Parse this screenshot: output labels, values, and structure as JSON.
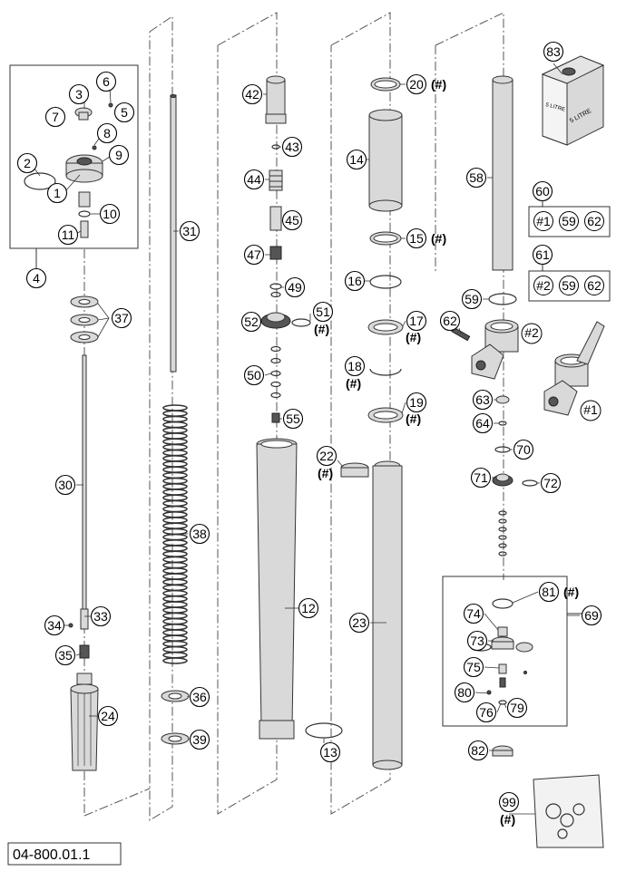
{
  "diagram": {
    "drawing_number": "04-800.01.1",
    "hash_note": "(#)",
    "can_text_front": "5 LITRE",
    "can_text_side": "5 LITRE",
    "kit_marks": [
      "#1",
      "#2"
    ],
    "callouts": [
      {
        "num": "1"
      },
      {
        "num": "2"
      },
      {
        "num": "3"
      },
      {
        "num": "4"
      },
      {
        "num": "5"
      },
      {
        "num": "6"
      },
      {
        "num": "7"
      },
      {
        "num": "8"
      },
      {
        "num": "9"
      },
      {
        "num": "10"
      },
      {
        "num": "11"
      },
      {
        "num": "12"
      },
      {
        "num": "13"
      },
      {
        "num": "14"
      },
      {
        "num": "15",
        "hash": true
      },
      {
        "num": "16"
      },
      {
        "num": "17",
        "hash": true
      },
      {
        "num": "18",
        "hash": true
      },
      {
        "num": "19",
        "hash": true
      },
      {
        "num": "20",
        "hash": true
      },
      {
        "num": "22",
        "hash": true
      },
      {
        "num": "23"
      },
      {
        "num": "24"
      },
      {
        "num": "30"
      },
      {
        "num": "31"
      },
      {
        "num": "33"
      },
      {
        "num": "34"
      },
      {
        "num": "35"
      },
      {
        "num": "36"
      },
      {
        "num": "37"
      },
      {
        "num": "38"
      },
      {
        "num": "39"
      },
      {
        "num": "42"
      },
      {
        "num": "43"
      },
      {
        "num": "44"
      },
      {
        "num": "45"
      },
      {
        "num": "47"
      },
      {
        "num": "49"
      },
      {
        "num": "50"
      },
      {
        "num": "51",
        "hash": true
      },
      {
        "num": "52"
      },
      {
        "num": "55"
      },
      {
        "num": "58"
      },
      {
        "num": "59"
      },
      {
        "num": "60"
      },
      {
        "num": "61"
      },
      {
        "num": "62"
      },
      {
        "num": "63"
      },
      {
        "num": "64"
      },
      {
        "num": "69"
      },
      {
        "num": "70"
      },
      {
        "num": "71"
      },
      {
        "num": "72"
      },
      {
        "num": "73"
      },
      {
        "num": "74"
      },
      {
        "num": "75"
      },
      {
        "num": "76"
      },
      {
        "num": "79"
      },
      {
        "num": "80"
      },
      {
        "num": "81",
        "hash": true
      },
      {
        "num": "82"
      },
      {
        "num": "83"
      },
      {
        "num": "99",
        "hash": true
      }
    ],
    "kit_60": [
      "#1",
      "59",
      "62"
    ],
    "kit_61": [
      "#2",
      "59",
      "62"
    ]
  }
}
